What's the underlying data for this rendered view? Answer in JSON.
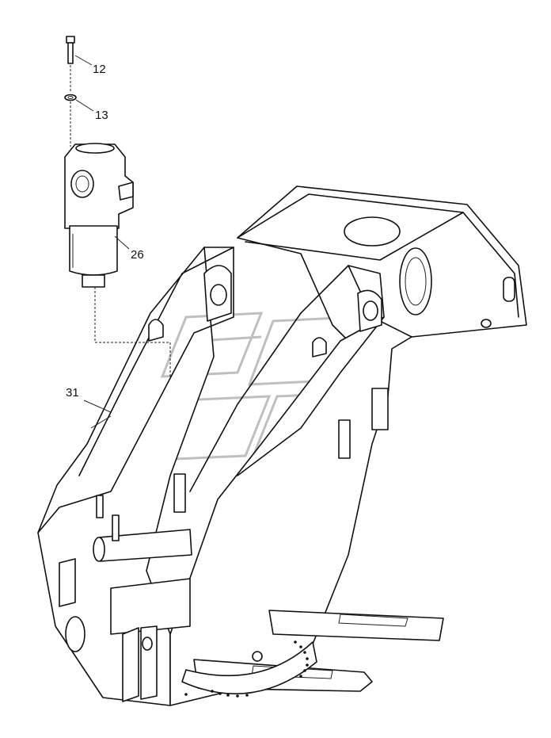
{
  "callouts": [
    {
      "id": "bolt",
      "label": "12"
    },
    {
      "id": "washer",
      "label": "13"
    },
    {
      "id": "filter",
      "label": "26"
    },
    {
      "id": "frame",
      "label": "31"
    }
  ]
}
